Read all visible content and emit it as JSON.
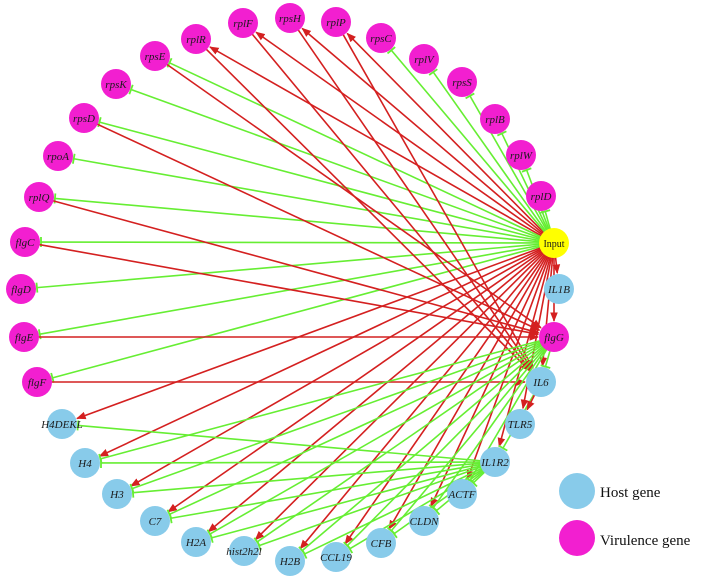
{
  "colors": {
    "host": "#88CBEA",
    "virulence": "#F21FD0",
    "input": "#FFFF00",
    "inhibit_edge": "#66EE33",
    "activate_edge": "#D42020"
  },
  "legend": {
    "host_label": "Host gene",
    "virulence_label": "Virulence gene"
  },
  "input_node": {
    "label": "Input"
  },
  "nodes": [
    {
      "id": "rplR",
      "label": "rplR",
      "type": "virulence"
    },
    {
      "id": "rplF",
      "label": "rplF",
      "type": "virulence"
    },
    {
      "id": "rpsH",
      "label": "rpsH",
      "type": "virulence"
    },
    {
      "id": "rplP",
      "label": "rplP",
      "type": "virulence"
    },
    {
      "id": "rpsC",
      "label": "rpsC",
      "type": "virulence"
    },
    {
      "id": "rplV",
      "label": "rplV",
      "type": "virulence"
    },
    {
      "id": "rpsS",
      "label": "rpsS",
      "type": "virulence"
    },
    {
      "id": "rplB",
      "label": "rplB",
      "type": "virulence"
    },
    {
      "id": "rplW",
      "label": "rplW",
      "type": "virulence"
    },
    {
      "id": "rplD",
      "label": "rplD",
      "type": "virulence"
    },
    {
      "id": "rpsE",
      "label": "rpsE",
      "type": "virulence"
    },
    {
      "id": "rpsK",
      "label": "rpsK",
      "type": "virulence"
    },
    {
      "id": "rpsD",
      "label": "rpsD",
      "type": "virulence"
    },
    {
      "id": "rpoA",
      "label": "rpoA",
      "type": "virulence"
    },
    {
      "id": "rplQ",
      "label": "rplQ",
      "type": "virulence"
    },
    {
      "id": "flgC",
      "label": "flgC",
      "type": "virulence"
    },
    {
      "id": "flgD",
      "label": "flgD",
      "type": "virulence"
    },
    {
      "id": "flgE",
      "label": "flgE",
      "type": "virulence"
    },
    {
      "id": "flgF",
      "label": "flgF",
      "type": "virulence"
    },
    {
      "id": "flgG",
      "label": "flgG",
      "type": "virulence"
    },
    {
      "id": "IL1B",
      "label": "IL1B",
      "type": "host"
    },
    {
      "id": "IL6",
      "label": "IL6",
      "type": "host"
    },
    {
      "id": "TLR5",
      "label": "TLR5",
      "type": "host"
    },
    {
      "id": "IL1R2",
      "label": "IL1R2",
      "type": "host"
    },
    {
      "id": "ACTF",
      "label": "ACTF",
      "type": "host"
    },
    {
      "id": "CLDN",
      "label": "CLDN",
      "type": "host"
    },
    {
      "id": "CFB",
      "label": "CFB",
      "type": "host"
    },
    {
      "id": "CCL19",
      "label": "CCL19",
      "type": "host"
    },
    {
      "id": "H2B",
      "label": "H2B",
      "type": "host"
    },
    {
      "id": "hist2h2l",
      "label": "hist2h2l",
      "type": "host"
    },
    {
      "id": "H2A",
      "label": "H2A",
      "type": "host"
    },
    {
      "id": "C7",
      "label": "C7",
      "type": "host"
    },
    {
      "id": "H3",
      "label": "H3",
      "type": "host"
    },
    {
      "id": "H4",
      "label": "H4",
      "type": "host"
    },
    {
      "id": "H4DEKL",
      "label": "H4DEKL",
      "type": "host"
    }
  ],
  "edges": [
    {
      "from": "Input",
      "to": "rplR",
      "kind": "activate"
    },
    {
      "from": "Input",
      "to": "rplF",
      "kind": "activate"
    },
    {
      "from": "Input",
      "to": "rpsH",
      "kind": "activate"
    },
    {
      "from": "Input",
      "to": "rplP",
      "kind": "activate"
    },
    {
      "from": "Input",
      "to": "rpsC",
      "kind": "inhibit"
    },
    {
      "from": "Input",
      "to": "rplV",
      "kind": "inhibit"
    },
    {
      "from": "Input",
      "to": "rpsS",
      "kind": "inhibit"
    },
    {
      "from": "Input",
      "to": "rplB",
      "kind": "inhibit"
    },
    {
      "from": "Input",
      "to": "rplW",
      "kind": "inhibit"
    },
    {
      "from": "Input",
      "to": "rplD",
      "kind": "inhibit"
    },
    {
      "from": "Input",
      "to": "rpsE",
      "kind": "inhibit"
    },
    {
      "from": "Input",
      "to": "rpsK",
      "kind": "inhibit"
    },
    {
      "from": "Input",
      "to": "rpsD",
      "kind": "inhibit"
    },
    {
      "from": "Input",
      "to": "rpoA",
      "kind": "inhibit"
    },
    {
      "from": "Input",
      "to": "rplQ",
      "kind": "inhibit"
    },
    {
      "from": "Input",
      "to": "flgC",
      "kind": "inhibit"
    },
    {
      "from": "Input",
      "to": "flgD",
      "kind": "inhibit"
    },
    {
      "from": "Input",
      "to": "flgE",
      "kind": "inhibit"
    },
    {
      "from": "Input",
      "to": "flgF",
      "kind": "inhibit"
    },
    {
      "from": "Input",
      "to": "IL1B",
      "kind": "activate"
    },
    {
      "from": "Input",
      "to": "H4DEKL",
      "kind": "activate"
    },
    {
      "from": "Input",
      "to": "H4",
      "kind": "activate"
    },
    {
      "from": "Input",
      "to": "H3",
      "kind": "activate"
    },
    {
      "from": "Input",
      "to": "C7",
      "kind": "activate"
    },
    {
      "from": "Input",
      "to": "H2A",
      "kind": "activate"
    },
    {
      "from": "Input",
      "to": "hist2h2l",
      "kind": "activate"
    },
    {
      "from": "Input",
      "to": "H2B",
      "kind": "activate"
    },
    {
      "from": "Input",
      "to": "CCL19",
      "kind": "activate"
    },
    {
      "from": "Input",
      "to": "CFB",
      "kind": "activate"
    },
    {
      "from": "Input",
      "to": "CLDN",
      "kind": "activate"
    },
    {
      "from": "Input",
      "to": "ACTF",
      "kind": "activate"
    },
    {
      "from": "Input",
      "to": "IL1R2",
      "kind": "activate"
    },
    {
      "from": "Input",
      "to": "TLR5",
      "kind": "activate"
    },
    {
      "from": "Input",
      "to": "IL6",
      "kind": "activate"
    },
    {
      "from": "Input",
      "to": "flgG",
      "kind": "activate"
    },
    {
      "from": "rpsE",
      "to": "flgG",
      "kind": "activate"
    },
    {
      "from": "rpsD",
      "to": "flgG",
      "kind": "activate"
    },
    {
      "from": "rplQ",
      "to": "flgG",
      "kind": "activate"
    },
    {
      "from": "flgC",
      "to": "flgG",
      "kind": "activate"
    },
    {
      "from": "flgE",
      "to": "flgG",
      "kind": "activate"
    },
    {
      "from": "flgF",
      "to": "IL6",
      "kind": "activate"
    },
    {
      "from": "rpsH",
      "to": "IL6",
      "kind": "activate"
    },
    {
      "from": "rplF",
      "to": "IL6",
      "kind": "activate"
    },
    {
      "from": "rplR",
      "to": "IL6",
      "kind": "activate"
    },
    {
      "from": "rplP",
      "to": "IL6",
      "kind": "activate"
    },
    {
      "from": "flgG",
      "to": "H4",
      "kind": "inhibit"
    },
    {
      "from": "flgG",
      "to": "H3",
      "kind": "inhibit"
    },
    {
      "from": "flgG",
      "to": "C7",
      "kind": "inhibit"
    },
    {
      "from": "flgG",
      "to": "H2A",
      "kind": "inhibit"
    },
    {
      "from": "flgG",
      "to": "hist2h2l",
      "kind": "inhibit"
    },
    {
      "from": "flgG",
      "to": "H2B",
      "kind": "inhibit"
    },
    {
      "from": "flgG",
      "to": "CCL19",
      "kind": "inhibit"
    },
    {
      "from": "flgG",
      "to": "CFB",
      "kind": "inhibit"
    },
    {
      "from": "flgG",
      "to": "CLDN",
      "kind": "inhibit"
    },
    {
      "from": "flgG",
      "to": "ACTF",
      "kind": "inhibit"
    },
    {
      "from": "flgG",
      "to": "IL6",
      "kind": "inhibit"
    },
    {
      "from": "IL6",
      "to": "IL1R2",
      "kind": "inhibit"
    },
    {
      "from": "IL6",
      "to": "TLR5",
      "kind": "activate"
    },
    {
      "from": "IL1R2",
      "to": "H4DEKL",
      "kind": "inhibit"
    },
    {
      "from": "IL1R2",
      "to": "H4",
      "kind": "inhibit"
    },
    {
      "from": "IL1R2",
      "to": "H3",
      "kind": "inhibit"
    },
    {
      "from": "IL1R2",
      "to": "C7",
      "kind": "inhibit"
    },
    {
      "from": "IL1R2",
      "to": "H2A",
      "kind": "inhibit"
    },
    {
      "from": "IL1R2",
      "to": "hist2h2l",
      "kind": "inhibit"
    },
    {
      "from": "IL1R2",
      "to": "H2B",
      "kind": "inhibit"
    },
    {
      "from": "IL1R2",
      "to": "CCL19",
      "kind": "inhibit"
    },
    {
      "from": "IL1R2",
      "to": "CFB",
      "kind": "inhibit"
    },
    {
      "from": "IL1R2",
      "to": "CLDN",
      "kind": "inhibit"
    },
    {
      "from": "IL1R2",
      "to": "ACTF",
      "kind": "inhibit"
    }
  ]
}
